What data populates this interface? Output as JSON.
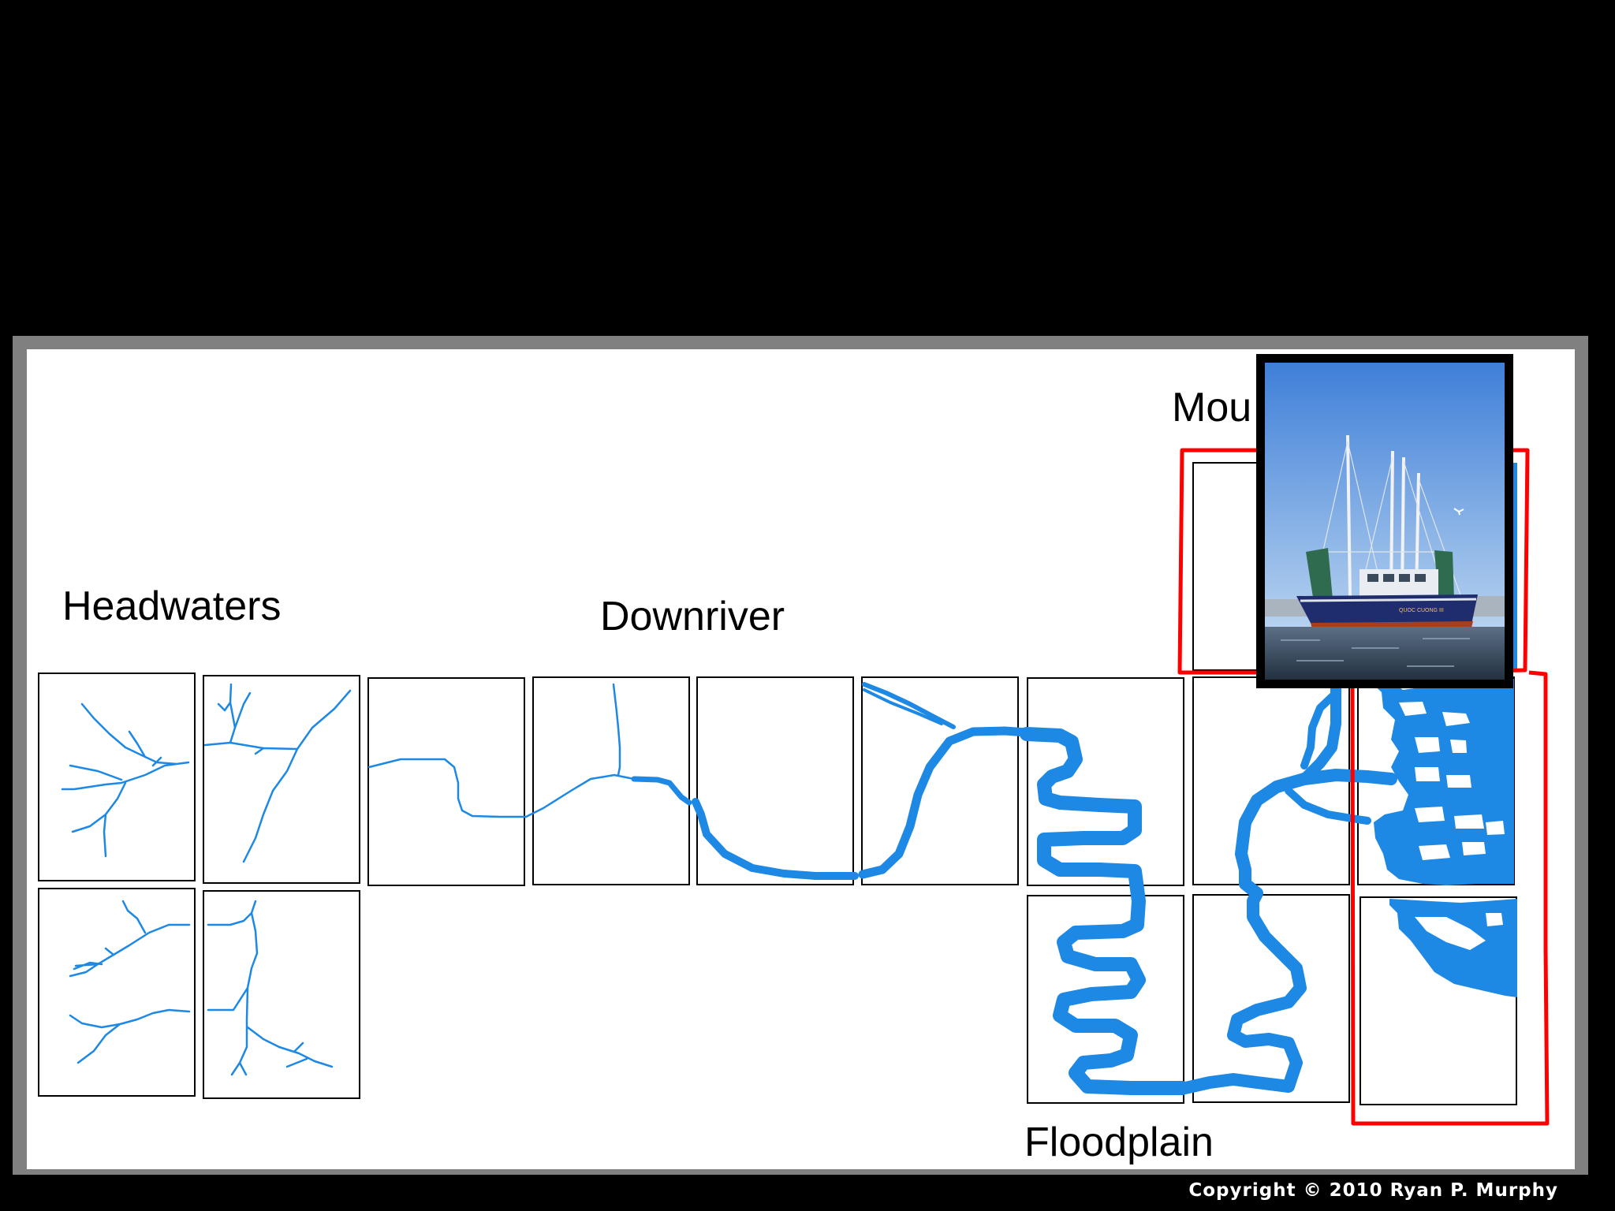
{
  "labels": {
    "headwaters": "Headwaters",
    "downriver": "Downriver",
    "mouth": "Mou",
    "floodplain": "Floodplain"
  },
  "photo": {
    "boat_name": "QUOC CUONG III"
  },
  "footer": {
    "copyright": "Copyright © 2010 Ryan P. Murphy"
  },
  "colors": {
    "river": "#1e88e5",
    "highlight": "#ff0000",
    "frame": "#808080",
    "background": "#000000"
  }
}
